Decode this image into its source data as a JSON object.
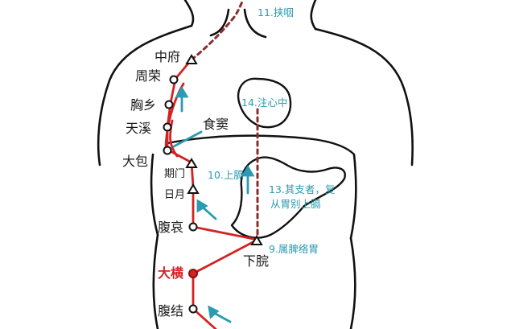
{
  "colors": {
    "meridian": "#d42222",
    "branch": "#8b2e2e",
    "arrow": "#2a9bb0",
    "outline": "#111111",
    "teal_label": "#2a9bb0"
  },
  "points": {
    "zhongfu": "中府",
    "zhourong": "周荣",
    "xiongxiang": "胸乡",
    "tianxi": "天溪",
    "shidou": "食窦",
    "dabao": "大包",
    "qimen": "期门",
    "riyue": "日月",
    "fuai": "腹哀",
    "daheng": "大横",
    "fujie": "腹结",
    "xiawan": "下脘"
  },
  "notes": {
    "n11": "11.挟咽",
    "n14": "14.注心中",
    "n10": "10.上膈",
    "n13_line1": "13.其支者，复",
    "n13_line2": "从胃别上膈",
    "n9": "9.属脾络胃"
  }
}
